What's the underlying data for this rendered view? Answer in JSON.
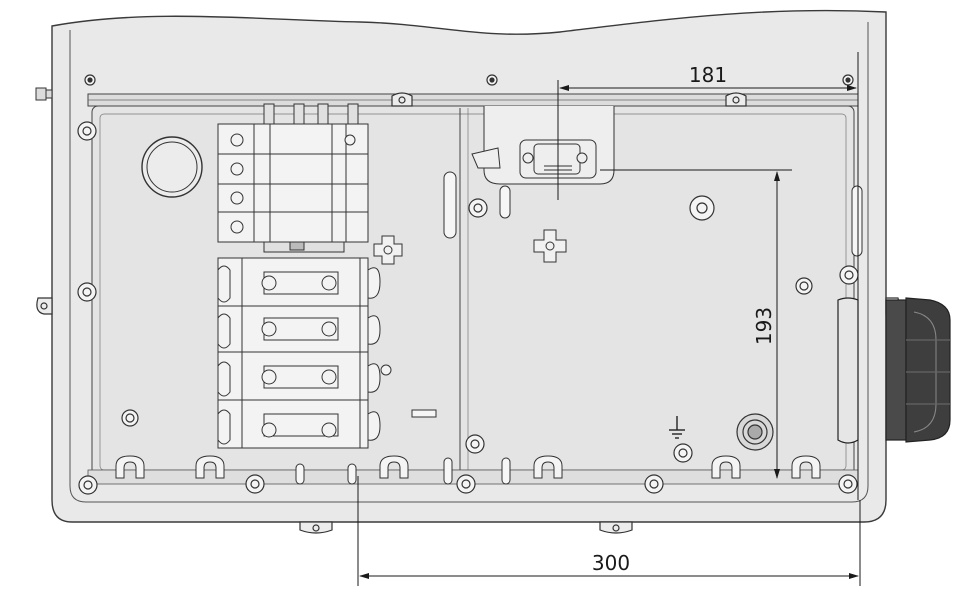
{
  "dimensions": {
    "top_width": "181",
    "height": "193",
    "bottom_width": "300"
  },
  "colors": {
    "enclosure_fill": "#eaeaea",
    "inner_fill": "#e6e6e6",
    "line": "#3a3a3a",
    "block_fill": "#f2f2f2",
    "cable_gland": "#4a4a4a"
  },
  "icons": [
    "ground-symbol-icon"
  ]
}
